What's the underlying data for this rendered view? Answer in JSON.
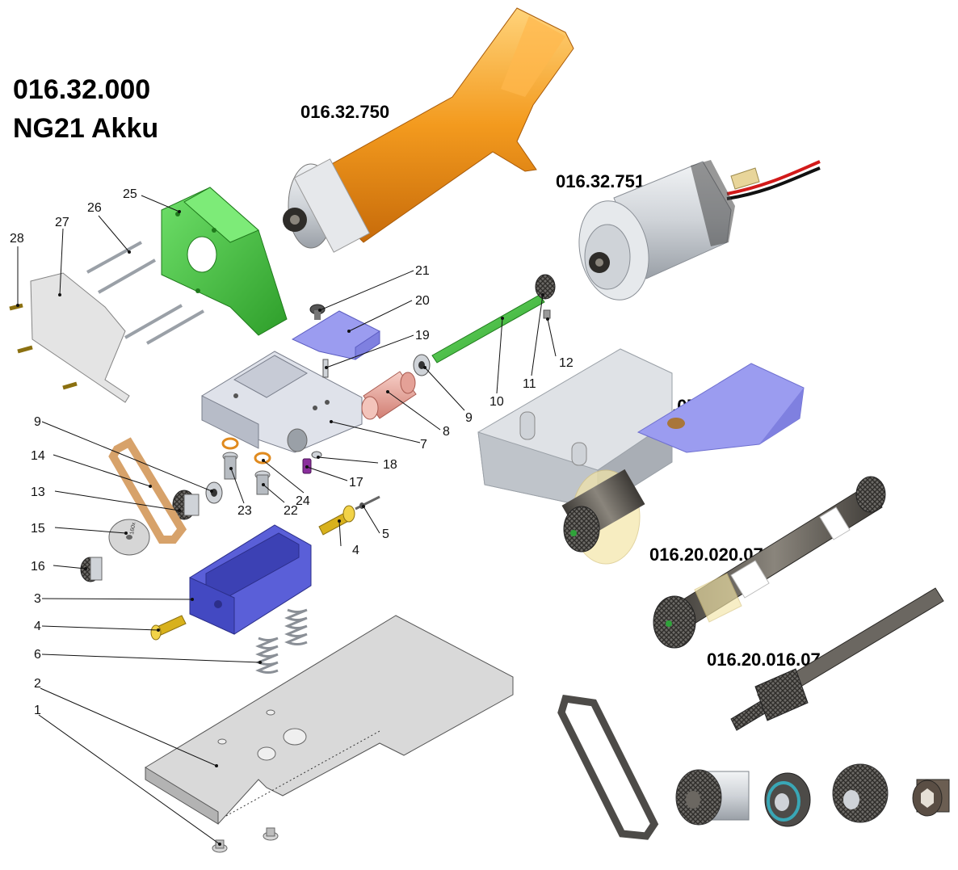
{
  "title": {
    "part_no": "016.32.000",
    "model": "NG21 Akku"
  },
  "assemblies": [
    {
      "id": "a1",
      "label": "016.32.750"
    },
    {
      "id": "a2",
      "label": "016.32.751"
    },
    {
      "id": "a3",
      "label": "016.32.002.07"
    },
    {
      "id": "a4",
      "label": "016.20.020.07"
    },
    {
      "id": "a5",
      "label": "016.20.016.07"
    }
  ],
  "parts": [
    {
      "label": "1"
    },
    {
      "label": "2"
    },
    {
      "label": "3"
    },
    {
      "label": "4"
    },
    {
      "label": "4"
    },
    {
      "label": "5"
    },
    {
      "label": "6"
    },
    {
      "label": "7"
    },
    {
      "label": "8"
    },
    {
      "label": "9"
    },
    {
      "label": "9"
    },
    {
      "label": "10"
    },
    {
      "label": "11"
    },
    {
      "label": "12"
    },
    {
      "label": "13"
    },
    {
      "label": "14"
    },
    {
      "label": "15"
    },
    {
      "label": "16"
    },
    {
      "label": "17"
    },
    {
      "label": "18"
    },
    {
      "label": "19"
    },
    {
      "label": "20"
    },
    {
      "label": "21"
    },
    {
      "label": "22"
    },
    {
      "label": "23"
    },
    {
      "label": "24"
    },
    {
      "label": "25"
    },
    {
      "label": "26"
    },
    {
      "label": "27"
    },
    {
      "label": "28"
    }
  ],
  "disc_text": "160x",
  "colors": {
    "accent_green": "#3fbf3a",
    "accent_blue": "#5a5fd8",
    "accent_orange": "#f39a1e",
    "bronze": "#e9a9a0",
    "brass": "#d8b11c",
    "steel": "#cfd3d8",
    "plate": "#d9d9d9",
    "lavender": "#9b9cf0"
  }
}
